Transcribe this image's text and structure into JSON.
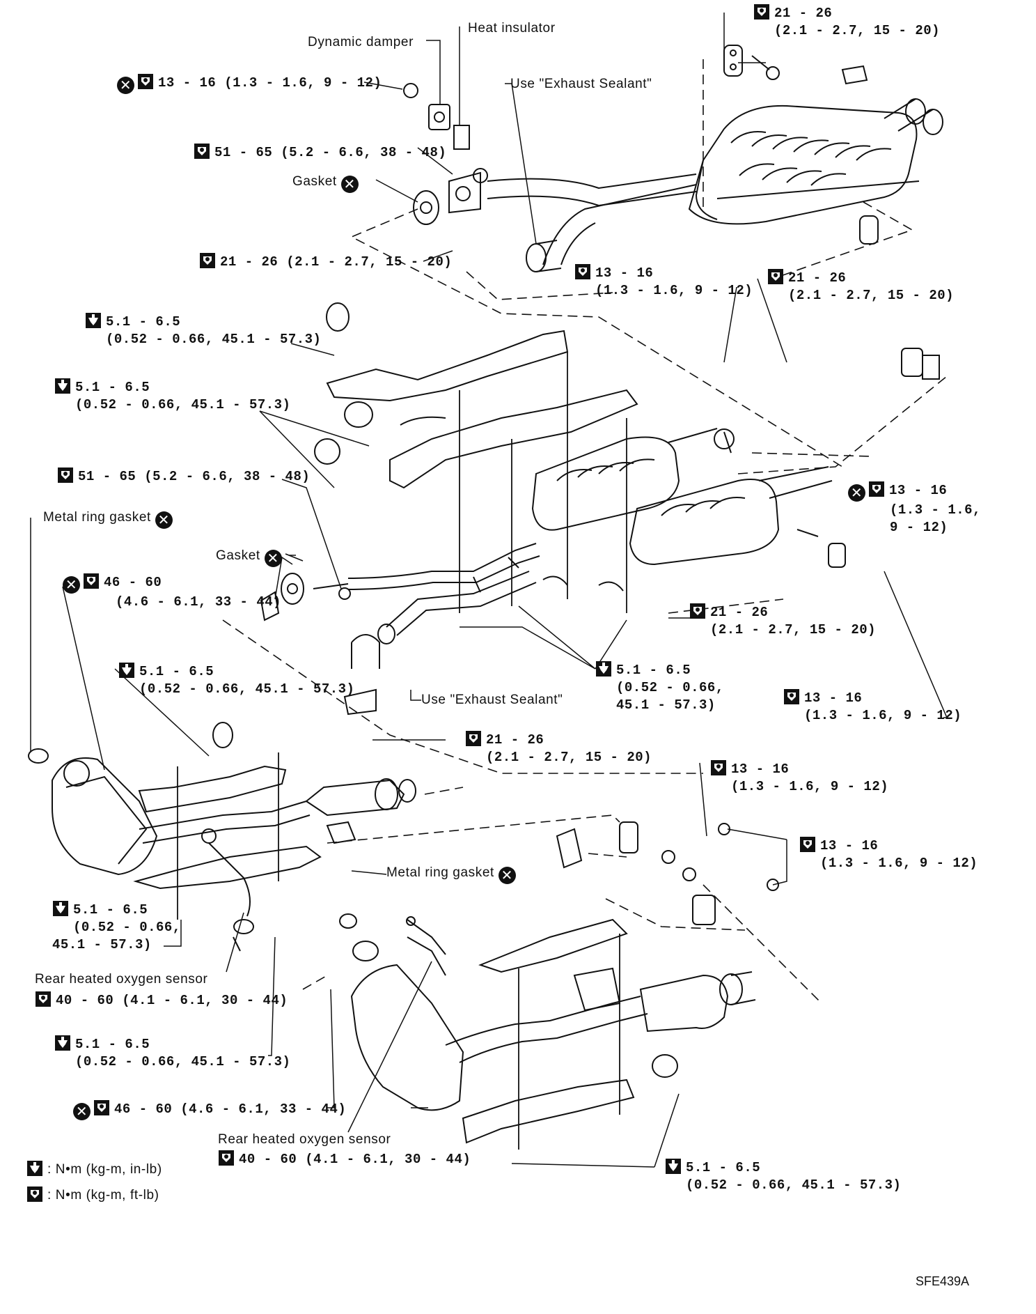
{
  "labels": {
    "dynamic_damper": "Dynamic damper",
    "heat_insulator": "Heat insulator",
    "use_exhaust_sealant_top": "Use \"Exhaust Sealant\"",
    "gasket_top": "Gasket",
    "metal_ring_gasket_left": "Metal ring gasket",
    "gasket_mid": "Gasket",
    "use_exhaust_sealant_mid": "Use \"Exhaust Sealant\"",
    "metal_ring_gasket_lower": "Metal ring gasket",
    "rear_sensor_left": "Rear heated oxygen sensor",
    "rear_sensor_lower": "Rear heated oxygen sensor"
  },
  "torques": {
    "t_top_right_1": "21 - 26",
    "t_top_right_2": "(2.1 - 2.7, 15 - 20)",
    "t_damper": "13 - 16 (1.3 - 1.6, 9 - 12)",
    "t_51_top": "51 - 65 (5.2 - 6.6, 38 - 48)",
    "t_21_mid": "21 - 26 (2.1 - 2.7, 15 - 20)",
    "t_13_a1": "13 - 16",
    "t_13_a2": "(1.3 - 1.6, 9 - 12)",
    "t_21_b1": "21 - 26",
    "t_21_b2": "(2.1 - 2.7, 15 - 20)",
    "t_51a1": "5.1 - 6.5",
    "t_51a2": "(0.52 - 0.66, 45.1 - 57.3)",
    "t_51b1": "5.1 - 6.5",
    "t_51b2": "(0.52 - 0.66, 45.1 - 57.3)",
    "t_51_65_mid": "51 - 65 (5.2 - 6.6, 38 - 48)",
    "t_13_c1": "13 - 16",
    "t_13_c2": "(1.3 - 1.6,",
    "t_13_c3": "9 - 12)",
    "t_46a1": "46 - 60",
    "t_46a2": "(4.6 - 6.1, 33 - 44)",
    "t_51c1": "5.1 - 6.5",
    "t_51c2": "(0.52 - 0.66, 45.1 - 57.3)",
    "t_21_d1": "21 - 26",
    "t_21_d2": "(2.1 - 2.7, 15 - 20)",
    "t_51d1": "5.1 - 6.5",
    "t_51d2": "(0.52 - 0.66,",
    "t_51d3": "45.1 - 57.3)",
    "t_13_e1": "13 - 16",
    "t_13_e2": "(1.3 - 1.6, 9 - 12)",
    "t_21_f1": "21 - 26",
    "t_21_f2": "(2.1 - 2.7, 15 - 20)",
    "t_13_g1": "13 - 16",
    "t_13_g2": "(1.3 - 1.6, 9 - 12)",
    "t_13_h1": "13 - 16",
    "t_13_h2": "(1.3 - 1.6, 9 - 12)",
    "t_51e1": "5.1 - 6.5",
    "t_51e2": "(0.52 - 0.66,",
    "t_51e3": "45.1 - 57.3)",
    "t_sensor_left": "40 - 60 (4.1 - 6.1, 30 - 44)",
    "t_51f1": "5.1 - 6.5",
    "t_51f2": "(0.52 - 0.66, 45.1 - 57.3)",
    "t_46b": "46 - 60 (4.6 - 6.1, 33 - 44)",
    "t_sensor_lower": "40 - 60 (4.1 - 6.1, 30 - 44)",
    "t_51g1": "5.1 - 6.5",
    "t_51g2": "(0.52 - 0.66, 45.1 - 57.3)"
  },
  "legend": {
    "inlb": ": N•m (kg-m, in-lb)",
    "ftlb": ": N•m (kg-m, ft-lb)"
  },
  "figure_code": "SFE439A",
  "icons": {
    "torque_ft": "torque-wrench-icon",
    "torque_in": "torque-wrench-small-icon",
    "replace": "replace-part-icon",
    "replace_glyph": "✕"
  }
}
